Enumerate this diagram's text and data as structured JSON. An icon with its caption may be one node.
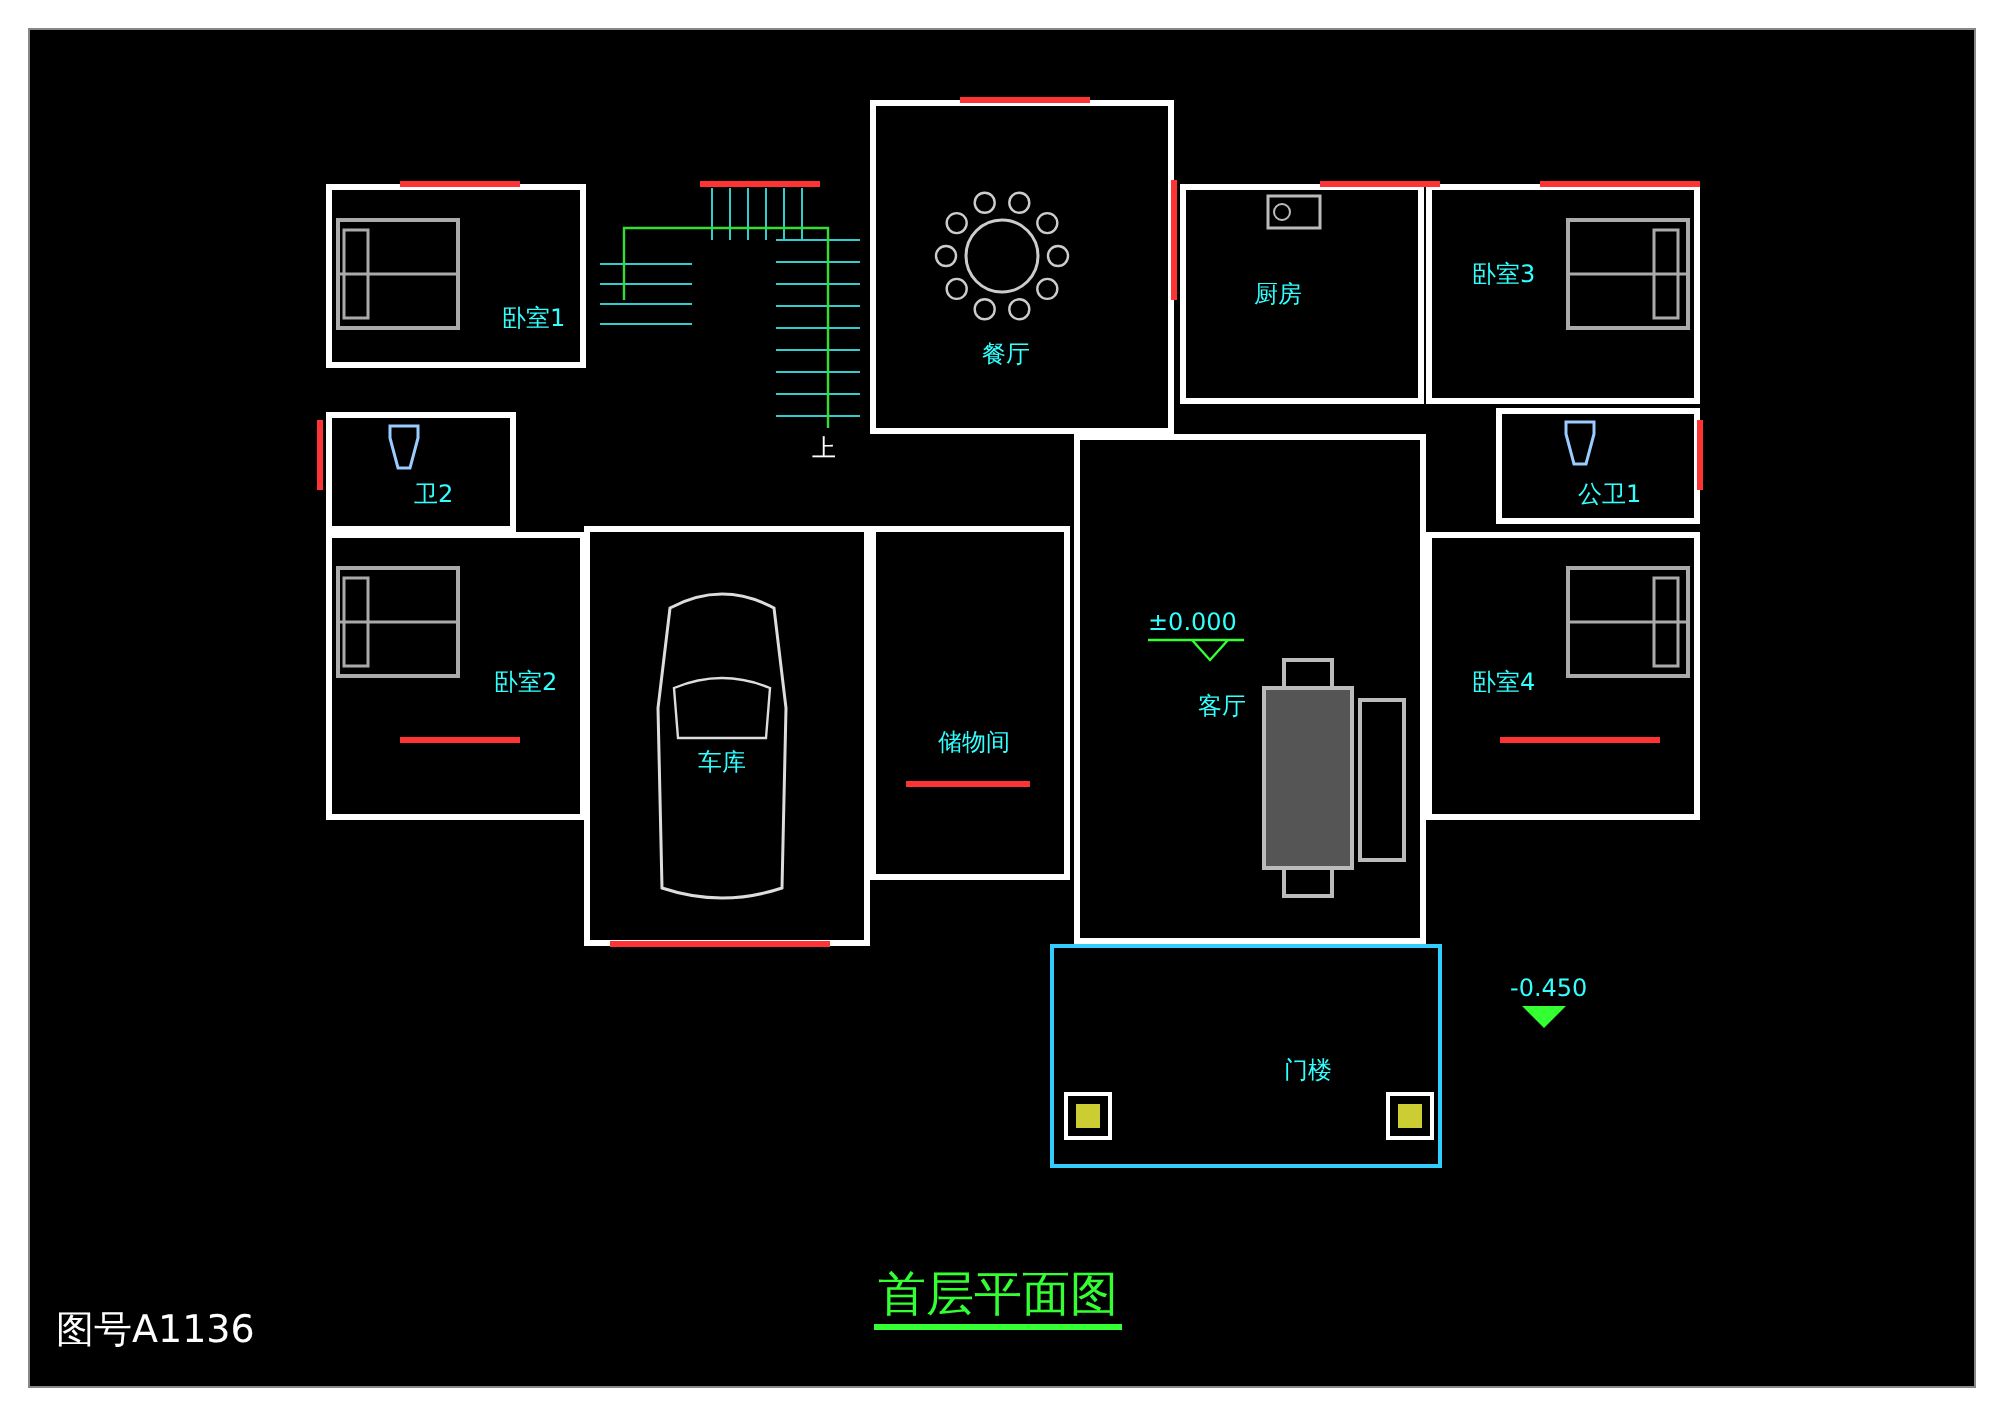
{
  "diagram": {
    "title": "首层平面图",
    "nodes": [
      {
        "text": [
          "餐厅"
        ]
      },
      {
        "text": [
          "卧室1"
        ]
      },
      {
        "text": [
          "厨房"
        ]
      },
      {
        "text": [
          "卧室3"
        ]
      },
      {
        "text": [
          "卫2"
        ]
      },
      {
        "text": [
          "公卫1"
        ]
      },
      {
        "text": [
          "卧室2"
        ]
      },
      {
        "text": [
          "车库"
        ]
      },
      {
        "text": [
          "储物间"
        ]
      },
      {
        "text": [
          "客厅"
        ]
      },
      {
        "text": [
          "卧室4"
        ]
      },
      {
        "text": [
          "门楼"
        ]
      }
    ],
    "edges": [],
    "labels": [
      "上",
      "±0.000",
      "-0.450",
      "图号A1136"
    ]
  }
}
